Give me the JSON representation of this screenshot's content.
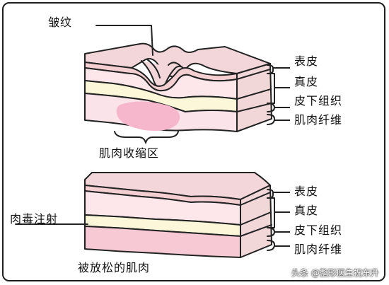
{
  "diagram1": {
    "wrinkle": "皱纹",
    "layers": [
      "表皮",
      "真皮",
      "皮下组织",
      "肌肉纤维"
    ],
    "caption": "肌肉收缩区"
  },
  "diagram2": {
    "injection": "肉毒注射",
    "layers": [
      "表皮",
      "真皮",
      "皮下组织",
      "肌肉纤维"
    ],
    "caption": "被放松的肌肉"
  },
  "watermark": "头条 @整形医生祝东升",
  "colors": {
    "outline": "#222222",
    "epidermis": "#f4cfd2",
    "dermis": "#fde7ea",
    "subcutaneous": "#fdf7d9",
    "muscle": "#f6c9d4",
    "muscle_contracted": "#f6b7cc",
    "side": "#f2d7d9"
  }
}
